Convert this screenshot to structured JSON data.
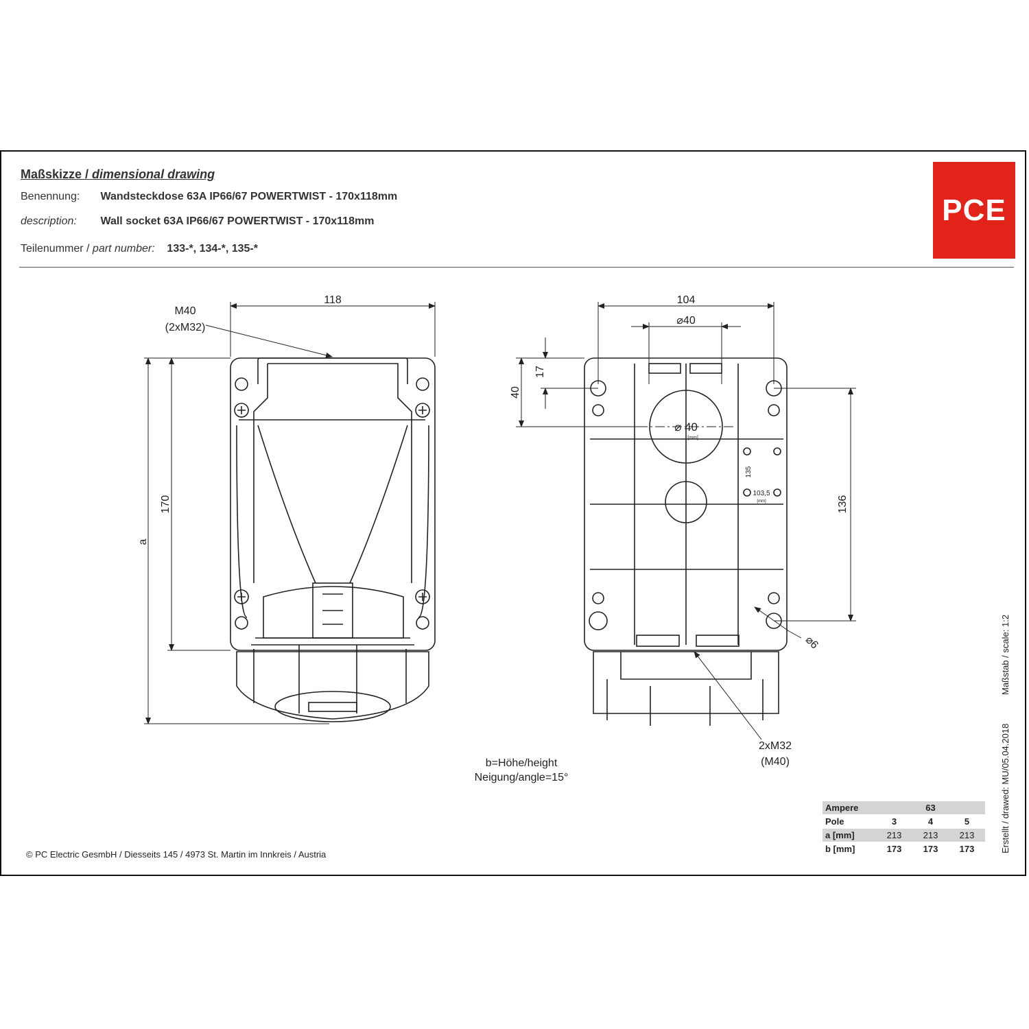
{
  "header": {
    "title_de": "Maßskizze / ",
    "title_en": "dimensional drawing",
    "benennung_label": "Benennung:",
    "benennung_value": "Wandsteckdose 63A IP66/67 POWERTWIST - 170x118mm",
    "description_label": "description:",
    "description_value": "Wall socket 63A IP66/67 POWERTWIST - 170x118mm",
    "partnumber_label_de": "Teilenummer / ",
    "partnumber_label_en": "part number:",
    "partnumber_value": "133-*, 134-*, 135-*"
  },
  "logo": {
    "text": "PCE",
    "color": "#e2231a"
  },
  "dimensions": {
    "width_front": "118",
    "thread_top": "M40",
    "thread_top_alt": "(2xM32)",
    "height_170": "170",
    "height_a": "a",
    "width_back": "104",
    "dia_40_top": "⌀40",
    "dim_17": "17",
    "dim_40": "40",
    "dia_40_center": "⌀ 40",
    "unit_mm": "[mm]",
    "dim_135": "135",
    "dim_103_5": "103,5",
    "dim_136": "136",
    "dia_6": "⌀6",
    "thread_bottom": "2xM32",
    "thread_bottom_alt": "(M40)"
  },
  "note": {
    "line1": "b=Höhe/height",
    "line2": "Neigung/angle=15°"
  },
  "footer": {
    "copyright": "© PC Electric GesmbH / Diesseits 145 / 4973 St. Martin im Innkreis / Austria",
    "scale": "Maßstab / scale: 1:2",
    "drawn": "Erstellt / drawed: MU/05.04.2018"
  },
  "spec_table": {
    "rows": [
      {
        "label": "Ampere",
        "c1": "",
        "c2": "63",
        "c3": ""
      },
      {
        "label": "Pole",
        "c1": "3",
        "c2": "4",
        "c3": "5"
      },
      {
        "label": "a [mm]",
        "c1": "213",
        "c2": "213",
        "c3": "213"
      },
      {
        "label": "b [mm]",
        "c1": "173",
        "c2": "173",
        "c3": "173"
      }
    ]
  }
}
